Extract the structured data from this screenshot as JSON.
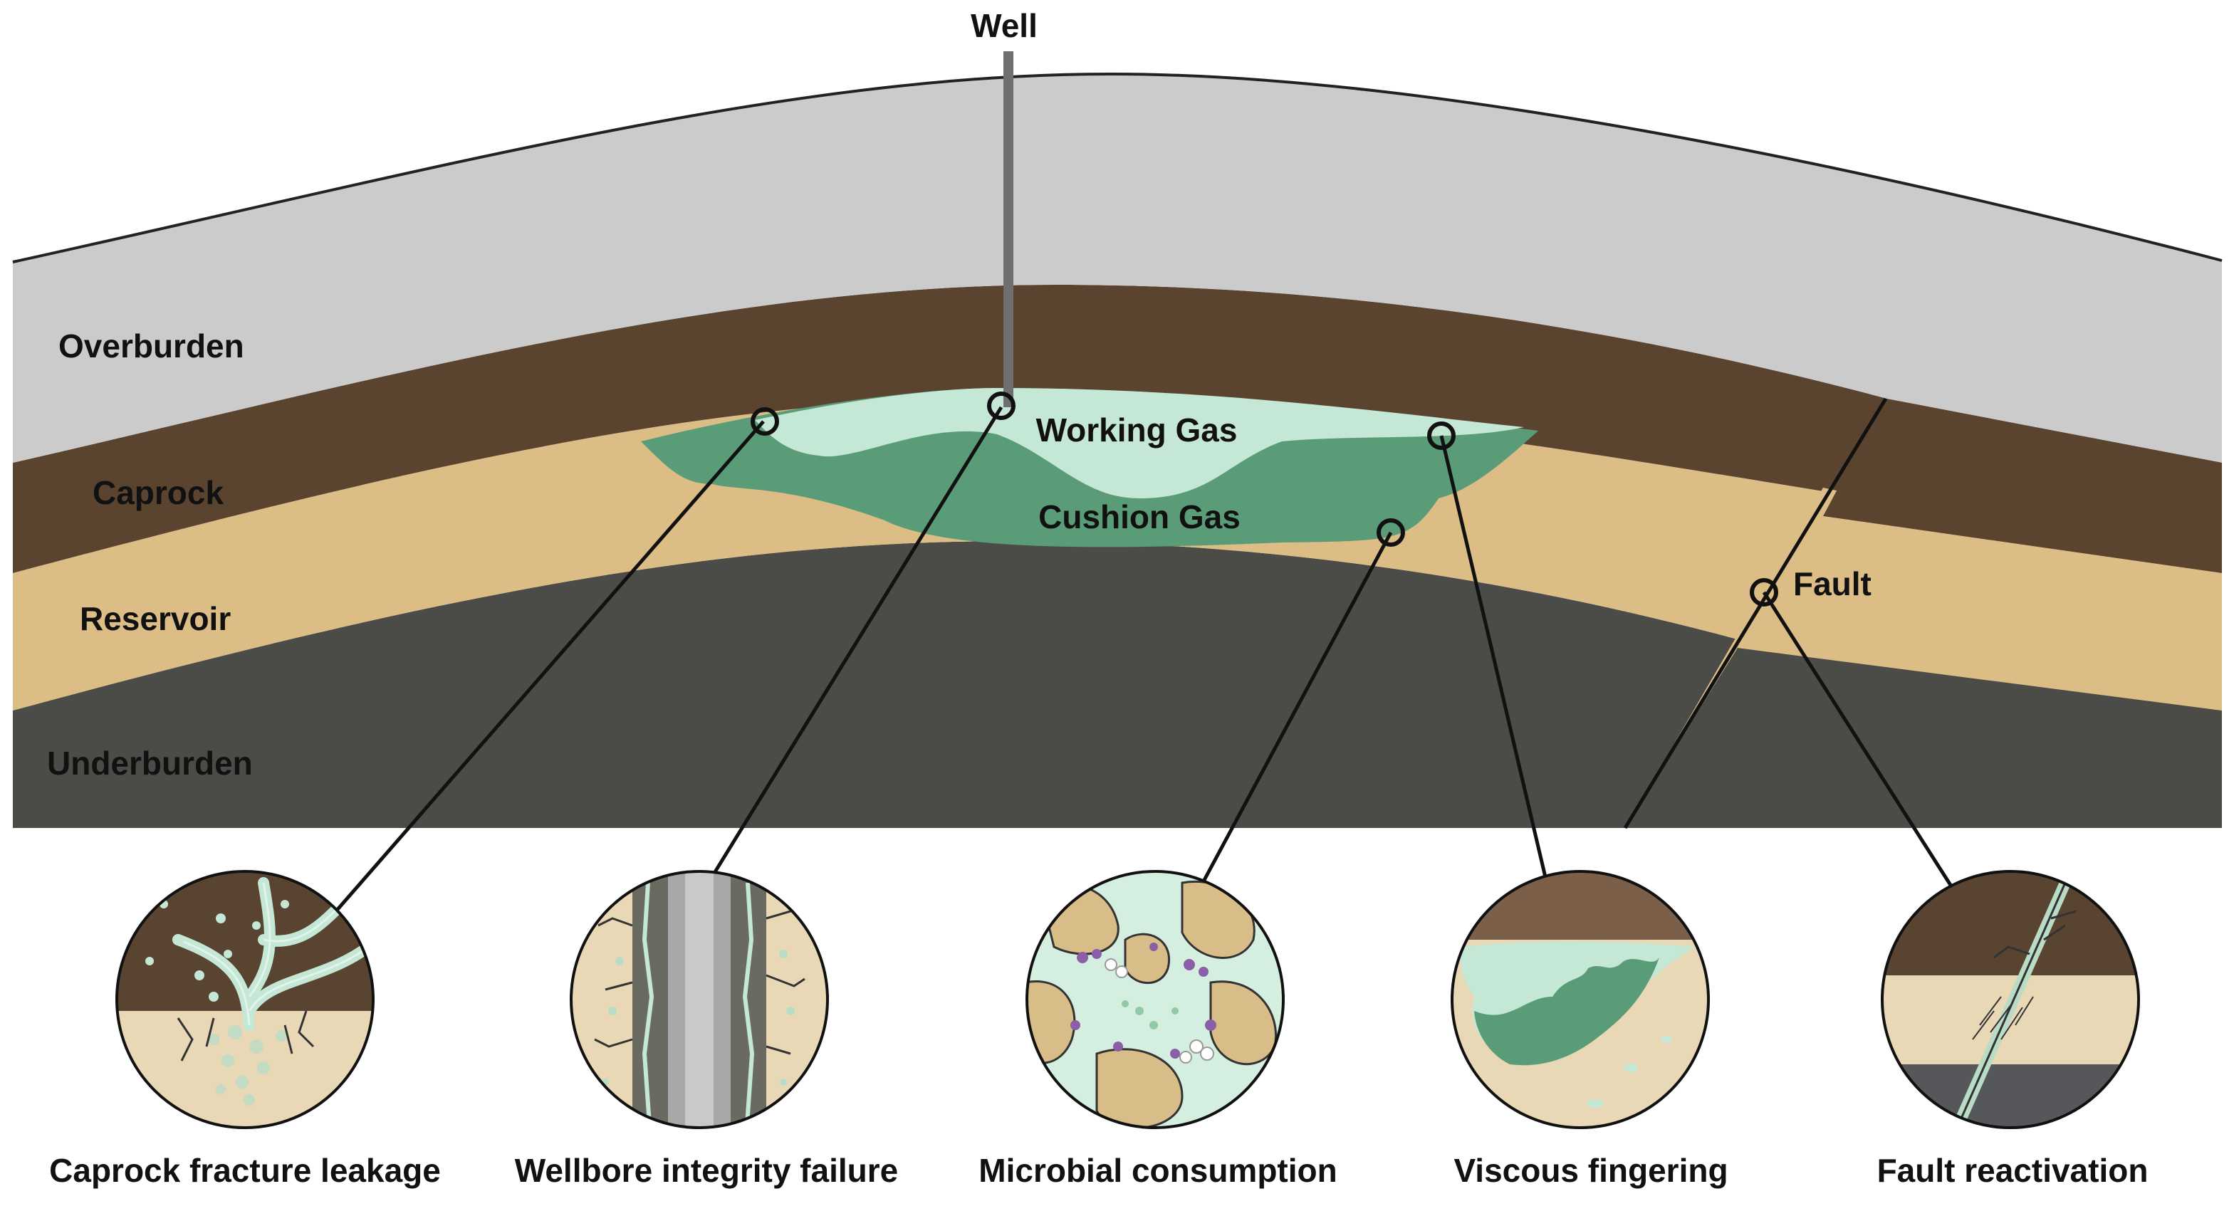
{
  "colors": {
    "overburden": "#cbcbcb",
    "caprock": "#5a4430",
    "reservoir": "#dcbd85",
    "underburden": "#4b4c47",
    "working_gas": "#c4e7d6",
    "cushion_gas": "#5b9c78",
    "well": "#6f6f6f",
    "line": "#111111",
    "inset_caprock": "#594431",
    "inset_reservoir": "#e9d8b5",
    "inset_grain": "#d8bd88",
    "inset_fluid": "#d4eedf",
    "microbe": "#8a5fa8",
    "inset_lower": "#55575a",
    "inset_upper_brown": "#7b5f48"
  },
  "labels": {
    "well": "Well",
    "overburden": "Overburden",
    "caprock": "Caprock",
    "reservoir": "Reservoir",
    "underburden": "Underburden",
    "working_gas": "Working Gas",
    "cushion_gas": "Cushion Gas",
    "fault": "Fault"
  },
  "insets": [
    {
      "id": "caprock-fracture",
      "caption": "Caprock fracture leakage"
    },
    {
      "id": "wellbore-integrity",
      "caption": "Wellbore integrity failure"
    },
    {
      "id": "microbial",
      "caption": "Microbial consumption"
    },
    {
      "id": "viscous-fingering",
      "caption": "Viscous fingering"
    },
    {
      "id": "fault-reactivation",
      "caption": "Fault reactivation"
    }
  ]
}
